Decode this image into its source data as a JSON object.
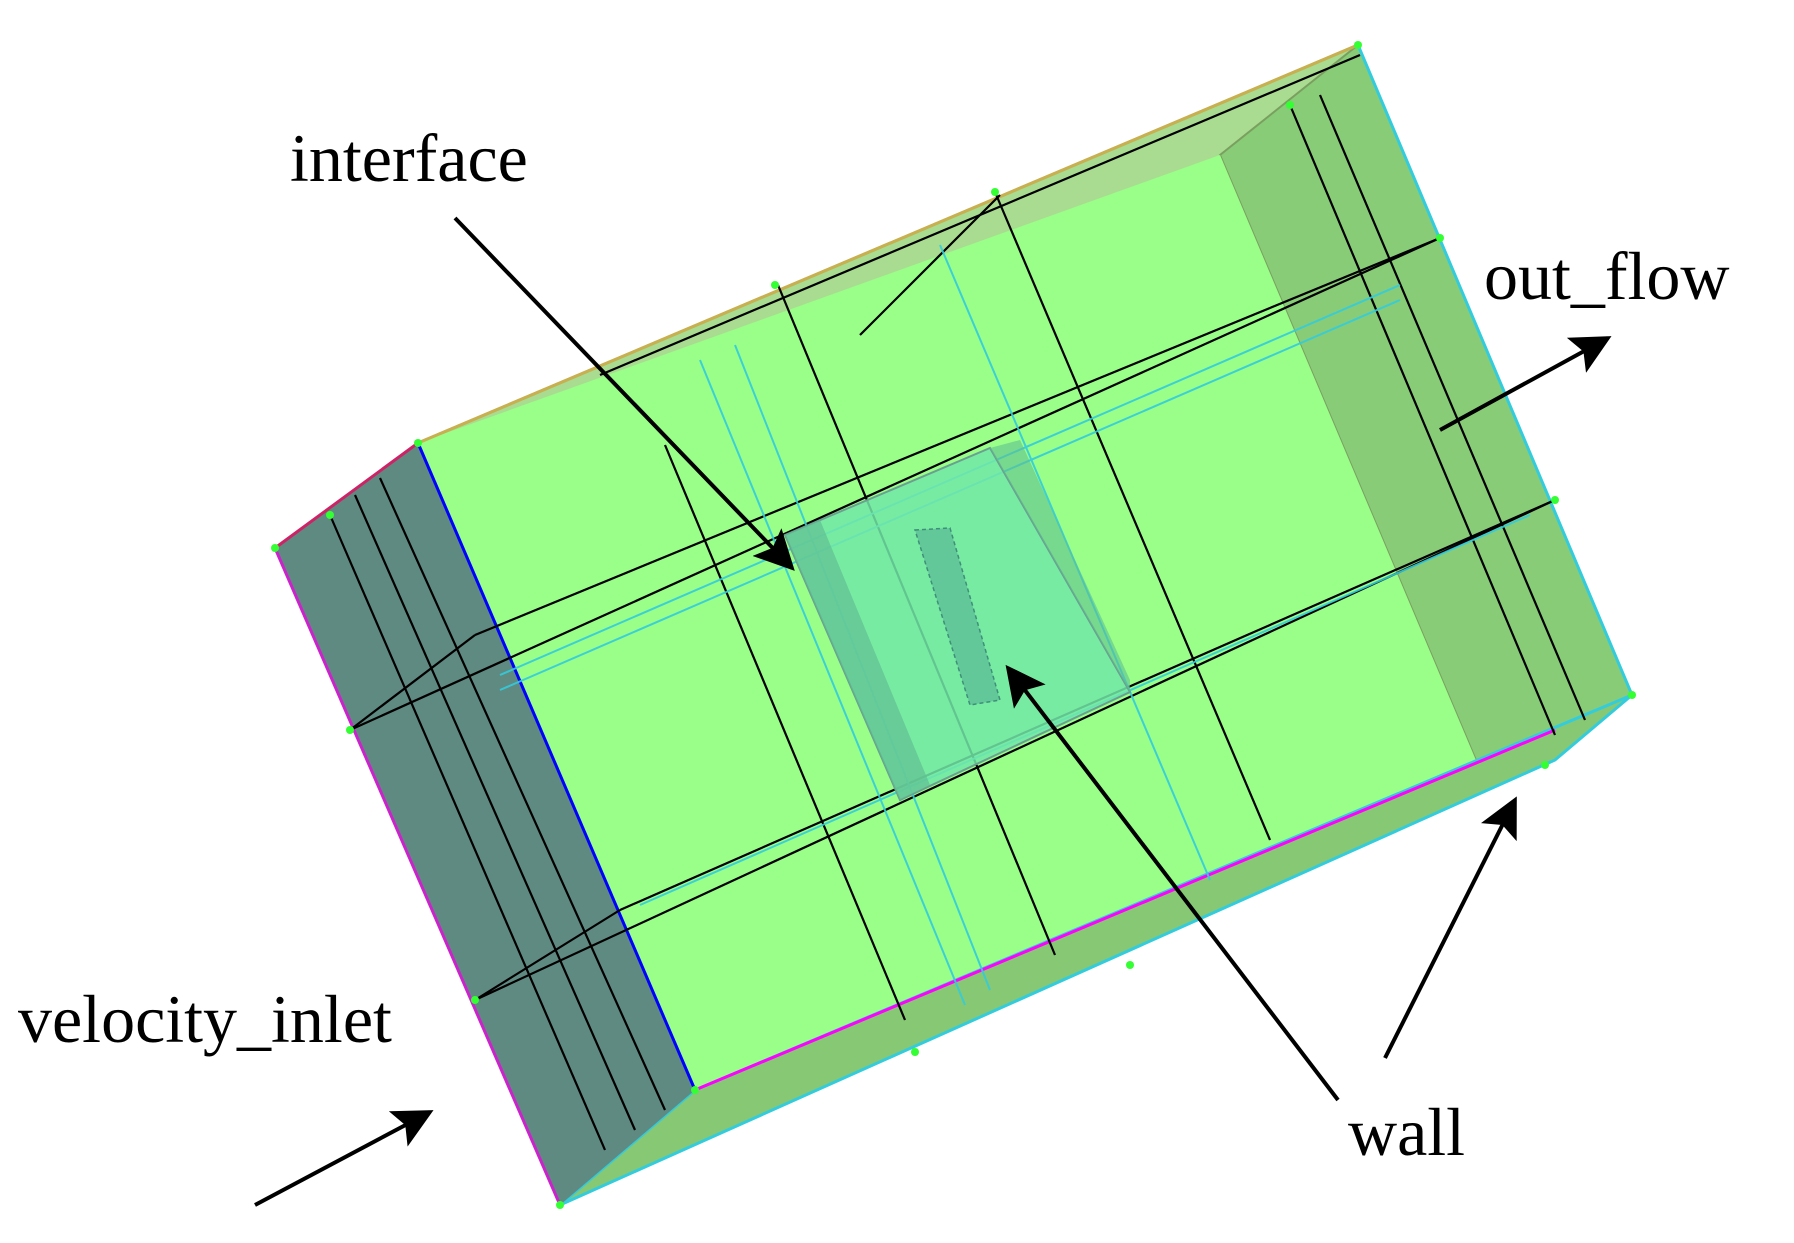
{
  "labels": {
    "interface": "interface",
    "out_flow": "out_flow",
    "velocity_inlet": "velocity_inlet",
    "wall": "wall"
  },
  "colors": {
    "fluid_domain": "#99ff88",
    "outlet_face": "#88cc77",
    "inlet_face": "#5f8a82",
    "interface_region": "#72e8a8",
    "edge_lines": "#000000",
    "blue_edge": "#0000ff",
    "magenta_edge": "#ff00ff",
    "cyan_edge": "#33ccdd",
    "vertex_marker": "#33ff33"
  }
}
